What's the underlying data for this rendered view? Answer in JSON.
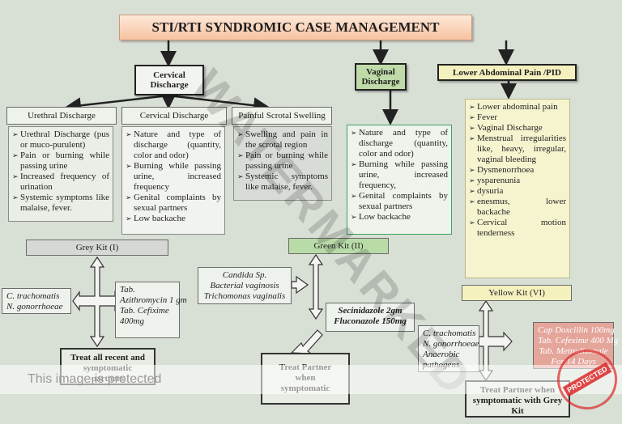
{
  "title": "STI/RTI SYNDROMIC CASE MANAGEMENT",
  "headers": {
    "cervical": "Cervical Discharge",
    "vaginal": "Vaginal Discharge",
    "lower_abdominal": "Lower Abdominal Pain /PID"
  },
  "subheaders": {
    "urethral": "Urethral Discharge",
    "cervical": "Cervical Discharge",
    "scrotal": "Painful Scrotal Swelling"
  },
  "panels": {
    "urethral": [
      "Urethral Discharge (pus or muco-purulent)",
      "Pain or burning while passing urine",
      "Increased frequency of urination",
      "Systemic symptoms like malaise, fever."
    ],
    "cervical": [
      "Nature and type of discharge (quantity, color and odor)",
      "Burning while passing urine, increased frequency",
      "Genital complaints by sexual partners",
      "Low backache"
    ],
    "scrotal": [
      "Swelling and pain in the scrotal region",
      "Pain or burning while passing urine",
      "Systemic symptoms like malaise, fever."
    ],
    "vaginal": [
      "Nature and type of discharge (quantity, color and odor)",
      "Burning while passing urine, increased frequency,",
      "Genital complaints by sexual partners",
      "Low backache"
    ],
    "lower_abdominal": [
      "Lower abdominal pain",
      "Fever",
      "Vaginal Discharge",
      "Menstrual irregularities like, heavy, irregular, vaginal bleeding",
      "Dysmenorrhoea",
      "ysparenunia",
      "dysuria",
      "enesmus, lower backache",
      "Cervical motion tenderness"
    ]
  },
  "kits": {
    "grey": "Grey Kit (I)",
    "green": "Green Kit (II)",
    "yellow": "Yellow Kit (VI)"
  },
  "organisms": {
    "grey": [
      "C. trachomatis",
      "N. gonorrhoeae"
    ],
    "green": [
      "Candida Sp.",
      "Bacterial vaginosis",
      "Trichomonas vaginalis"
    ],
    "yellow": [
      "C. trachomatis",
      "N. gonorrhoeae",
      "Anaerobic",
      "pathogens"
    ]
  },
  "drugs": {
    "grey": [
      "Tab.",
      "Azithromycin 1 gm",
      "Tab. Cefixime",
      "400mg"
    ],
    "green": [
      "Secinidazole 2gm",
      "Fluconazole 150mg"
    ],
    "yellow": [
      "Cap Doxcillin 100mg",
      "Tab. Cefexime 400 Mg",
      "Tab. Metrodizonale",
      "For 14 Days"
    ]
  },
  "treat": {
    "grey": [
      "Treat all recent and",
      "symptomatic",
      "partners"
    ],
    "green": [
      "Treat Partner",
      "when",
      "symptomatic"
    ],
    "yellow": [
      "Treat Partner when",
      "symptomatic with Grey",
      "Kit"
    ]
  },
  "watermark": "WATERMARKED",
  "protected_notice": "This image is protected",
  "stamp_text": "PROTECTED",
  "colors": {
    "title_fill": "#f6c3a2",
    "grey_kit": "#d5d8d3",
    "green_kit": "#b9dba8",
    "yellow_kit": "#f4f1bf",
    "green_border": "#3ea35c"
  }
}
